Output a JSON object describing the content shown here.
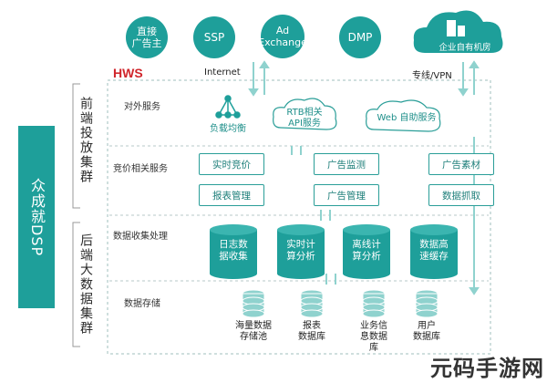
{
  "top_nodes": [
    {
      "label": "直接\n广告主"
    },
    {
      "label": "SSP"
    },
    {
      "label": "Ad\nExchange"
    },
    {
      "label": "DMP"
    },
    {
      "label": "企业自有机房"
    }
  ],
  "connections": {
    "left": "Internet",
    "right": "专线/VPN"
  },
  "hws": "HWS",
  "main_label": "众成就DSP",
  "front_cluster": "前端投放集群",
  "back_cluster": "后端大数据集群",
  "rows": {
    "external": "对外服务",
    "bidding": "竞价相关服务",
    "collect": "数据收集处理",
    "storage": "数据存储"
  },
  "external_services": {
    "load_balancer": "负载均衡",
    "rtb": "RTB相关\nAPI服务",
    "web": "Web 自助服务"
  },
  "bid_boxes": {
    "realtime_bid": "实时竞价",
    "report_mgmt": "报表管理",
    "ad_monitor": "广告监测",
    "ad_mgmt": "广告管理",
    "ad_material": "广告素材",
    "data_fetch": "数据抓取"
  },
  "processing": [
    {
      "label": "日志数\n据收集"
    },
    {
      "label": "实时计\n算分析"
    },
    {
      "label": "离线计\n算分析"
    },
    {
      "label": "数据高\n速缓存"
    }
  ],
  "storage": [
    {
      "label": "海量数据\n存储池"
    },
    {
      "label": "报表\n数据库"
    },
    {
      "label": "业务信\n息数据\n库"
    },
    {
      "label": "用户\n数据库"
    }
  ],
  "watermark": "元码手游网",
  "colors": {
    "teal": "#1e9f9a",
    "red": "#d0262c",
    "light": "#7fd3cf"
  }
}
